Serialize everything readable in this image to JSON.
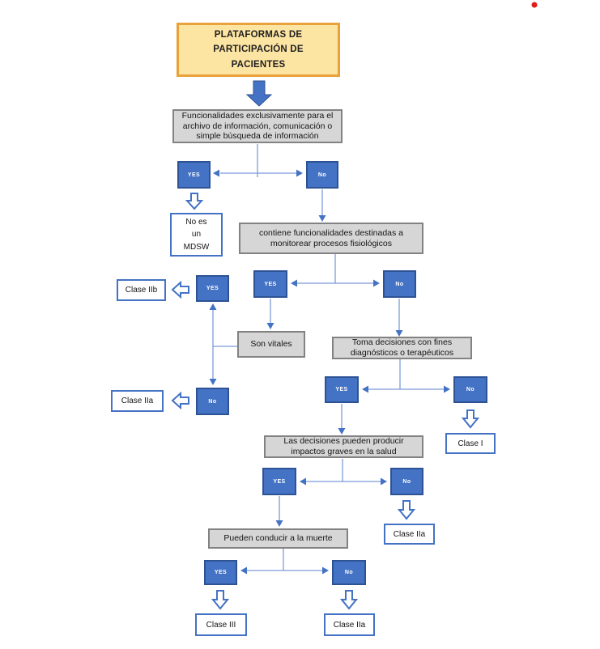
{
  "flowchart": {
    "title": "PLATAFORMAS DE\nPARTICIPACIÓN DE\nPACIENTES",
    "questions": {
      "storage": "Funcionalidades exclusivamente para el\narchivo de información, comunicación o\nsimple búsqueda de información",
      "monitoring": "contiene funcionalidades destinadas a\nmonitorear procesos fisiológicos",
      "vital": "Son vitales",
      "decisions_purpose": "Toma decisiones con fines\ndiagnósticos o terapéuticos",
      "serious_impact": "Las decisiones pueden producir\nimpactos graves en la salud",
      "death": "Pueden conducir a la muerte"
    },
    "answers": {
      "yes": "YES",
      "no": "No"
    },
    "outcomes": {
      "not_mdsw": "No es\nun\nMDSW",
      "clase_iib": "Clase IIb",
      "clase_iia": "Clase IIa",
      "clase_i": "Clase I",
      "clase_iii": "Clase III"
    },
    "colors": {
      "title_fill": "#FCE4A2",
      "title_border": "#E9A23B",
      "decision_fill": "#4472C4",
      "decision_border": "#2E5395",
      "question_fill": "#D6D6D6",
      "question_border": "#828282",
      "outcome_border": "#4472C4",
      "connector_line": "#7C9BD9",
      "arrowhead": "#4472C4",
      "corner_marker": "#E21B1B"
    }
  }
}
